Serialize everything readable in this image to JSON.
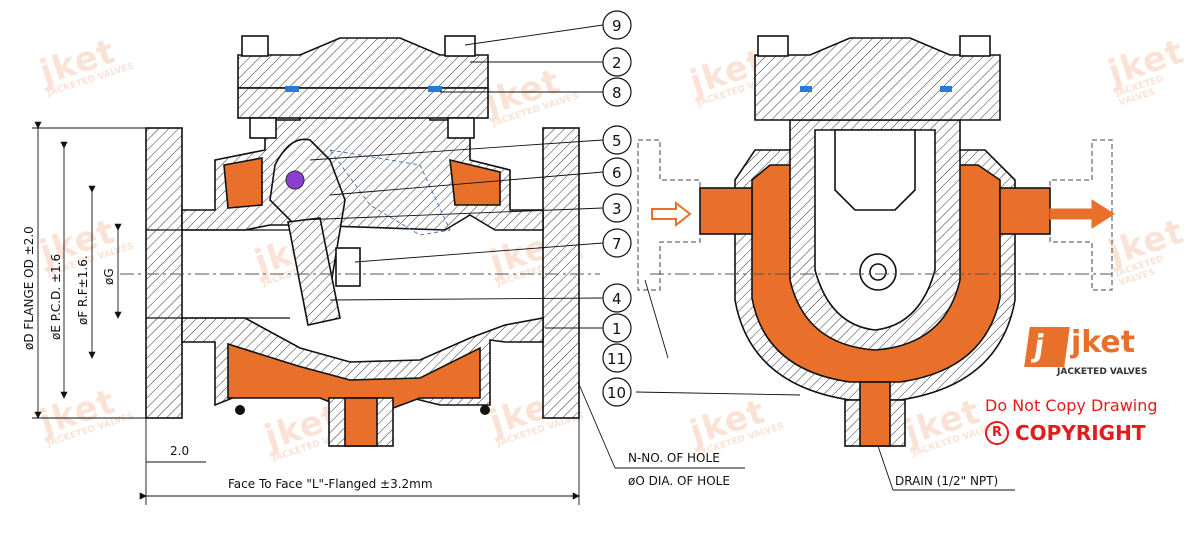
{
  "watermark": {
    "brand": "jket",
    "sub": "JACKETED VALVES"
  },
  "callouts": [
    "9",
    "2",
    "8",
    "5",
    "6",
    "3",
    "7",
    "4",
    "1",
    "11",
    "10"
  ],
  "dimensions": {
    "flange_od": "øD FLANGE OD ±2.0",
    "pcd": "øE P.C.D. ±1.6",
    "rf": "øF R.F±1.6.",
    "g": "øG",
    "thickness": "2.0",
    "face_to_face": "Face To Face \"L\"-Flanged ±3.2mm",
    "holes_no": "N-NO. OF HOLE",
    "holes_dia": "øO DIA. OF HOLE",
    "drain": "DRAIN (1/2\" NPT)"
  },
  "logo": {
    "brand": "jket",
    "sub": "JACKETED VALVES"
  },
  "notice": {
    "line1": "Do Not Copy Drawing",
    "copyright": "COPYRIGHT",
    "symbol": "R"
  },
  "colors": {
    "jacket": "#e8702a",
    "gasket": "#2a7ad8",
    "pin": "#8b3fd0",
    "text_red": "#e31b1b"
  }
}
